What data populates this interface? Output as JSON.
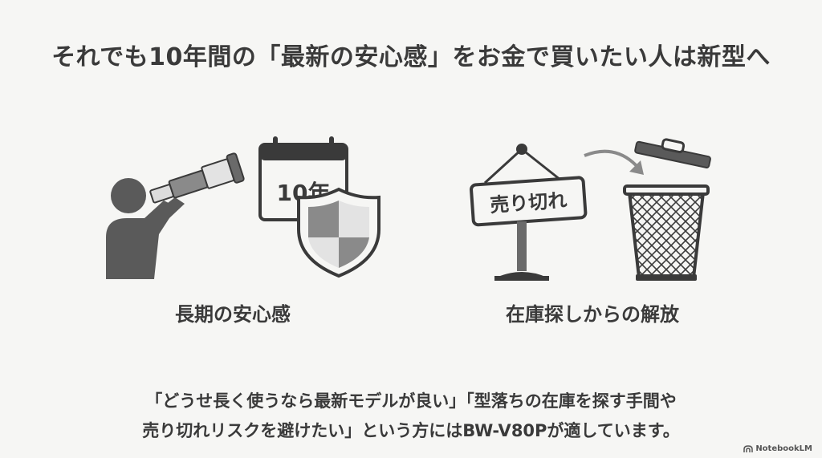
{
  "slide": {
    "title": "それでも10年間の「最新の安心感」をお金で買いたい人は新型へ"
  },
  "left": {
    "calendar_text": "10年",
    "label": "長期の安心感",
    "icons": [
      "person-with-telescope-icon",
      "calendar-icon",
      "shield-icon"
    ]
  },
  "right": {
    "sign_text": "売り切れ",
    "label": "在庫探しからの解放",
    "icons": [
      "signboard-icon",
      "arrow-icon",
      "trash-can-icon"
    ]
  },
  "caption": {
    "line1": "「どうせ長く使うなら最新モデルが良い」「型落ちの在庫を探す手間や",
    "line2": "売り切れリスクを避けたい」という方にはBW-V80Pが適しています。"
  },
  "brand": {
    "name": "NotebookLM"
  },
  "colors": {
    "background": "#f6f6f4",
    "ink": "#3a3a3a",
    "gray": "#8a8a8a",
    "lightgray": "#c9c9c9"
  }
}
